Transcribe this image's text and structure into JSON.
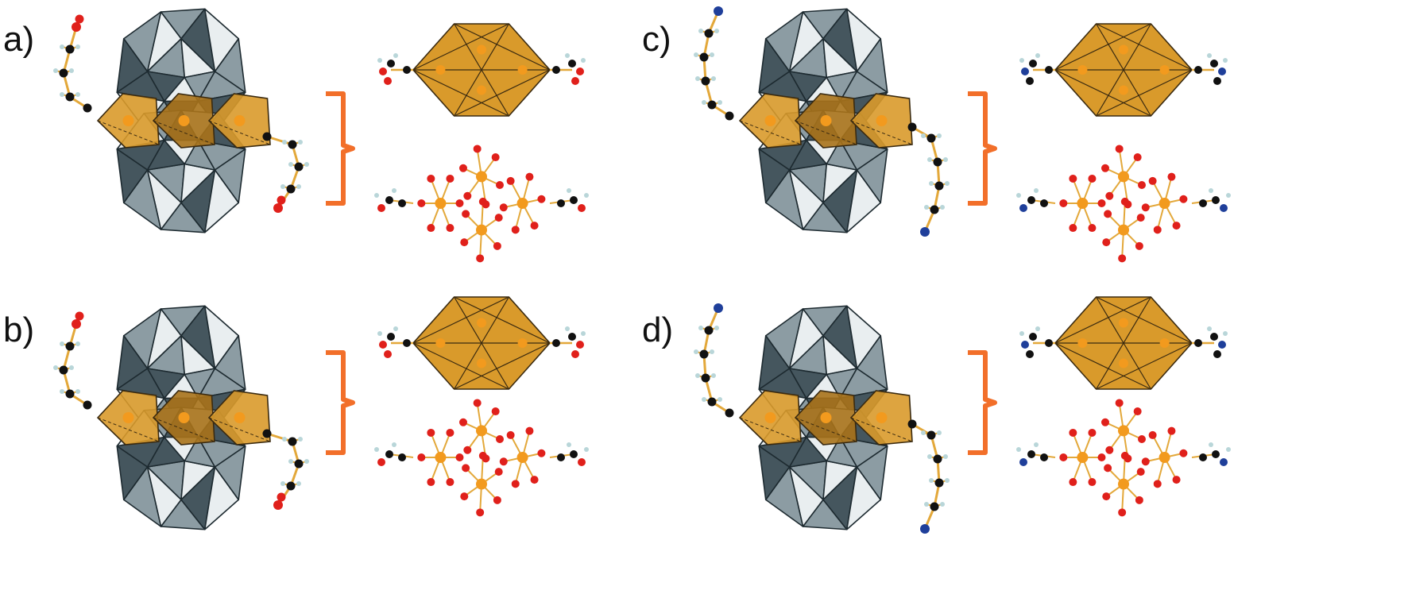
{
  "panels": [
    {
      "label": "a)"
    },
    {
      "label": "b)"
    },
    {
      "label": "c)"
    },
    {
      "label": "d)"
    }
  ],
  "colors": {
    "tungsten_polyhedra": "#8c9ca3",
    "tungsten_polyhedra_light": "#e9eef0",
    "tungsten_polyhedra_dark": "#45565e",
    "core_polyhedra": "#d99a2b",
    "core_polyhedra_dark": "#a8721a",
    "bracket": "#f26f2a",
    "carbon": "#111111",
    "oxygen": "#e0201b",
    "nitrogen": "#1f3f9a",
    "hydrogen": "#b9d6d9",
    "metal_atom": "#f29a1e",
    "bond": "#e3a83a"
  },
  "icons": [
    "polyoxometalate-cluster",
    "ligand-chain",
    "curly-bracket",
    "core-polyhedral-view",
    "core-ball-and-stick-view"
  ]
}
